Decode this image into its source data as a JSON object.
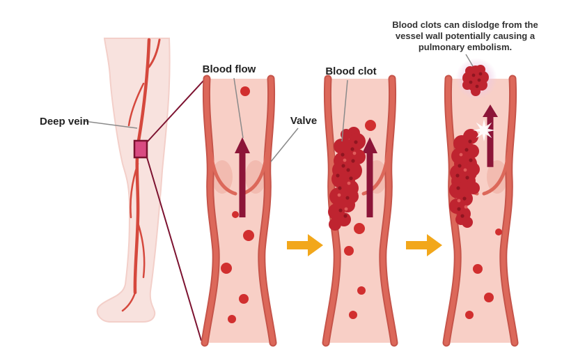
{
  "labels": {
    "deep_vein": "Deep vein",
    "blood_flow": "Blood flow",
    "valve": "Valve",
    "blood_clot": "Blood clot",
    "note_line1": "Blood clots can dislodge from the",
    "note_line2": "vessel wall potentially causing a",
    "note_line3": "pulmonary embolism."
  },
  "colors": {
    "vessel_wall": "#dc685a",
    "vessel_wall_outer": "#c5544a",
    "vessel_interior": "#f8cfc6",
    "vessel_sinus": "#f2bbb0",
    "blood_cell": "#d12f2f",
    "clot": "#bf2430",
    "clot_dark": "#8f1520",
    "clot_light": "#e05b5b",
    "flow_arrow": "#8c1538",
    "progress_arrow": "#f2a71b",
    "leg_fill": "#f8e2de",
    "leg_edge": "#f3cfc9",
    "vein": "#d5483d",
    "label": "#222222",
    "note": "#333333",
    "pointer": "#8a8a8a",
    "zoom": "#7c1230",
    "box_fill": "#d94b82",
    "box_stroke": "#7c1230",
    "glow": "#ecc7e4",
    "bg": "#ffffff"
  }
}
